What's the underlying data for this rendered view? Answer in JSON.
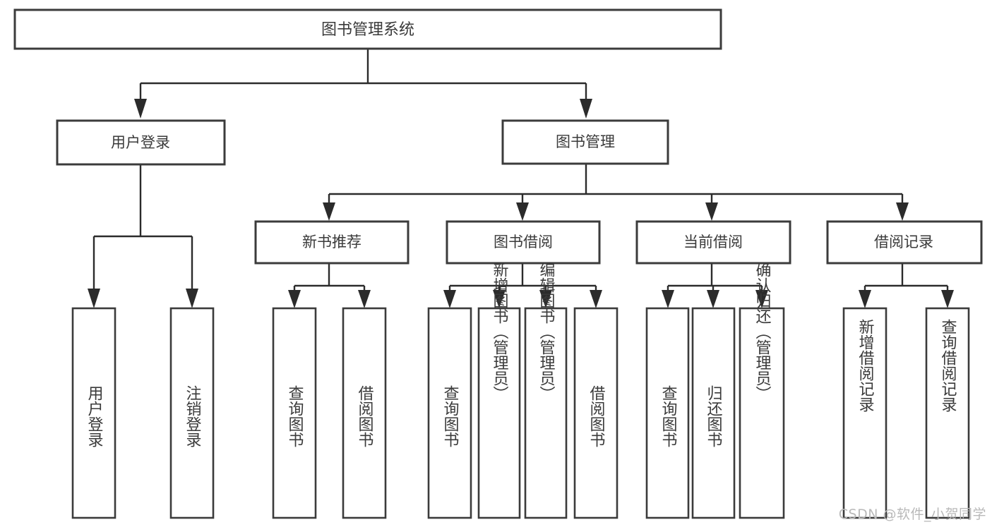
{
  "diagram": {
    "type": "tree",
    "title": "图书管理系统",
    "watermark": "CSDN @软件_小贺同学",
    "colors": {
      "background": "#ffffff",
      "box_stroke": "#3b3b3b",
      "edge_stroke": "#2b2b2b",
      "text": "#3a3a3a",
      "watermark": "#b9b9b9"
    },
    "levels": {
      "root": {
        "label": "图书管理系统"
      },
      "level2": [
        {
          "label": "用户登录"
        },
        {
          "label": "图书管理"
        }
      ],
      "level3": [
        {
          "label": "新书推荐"
        },
        {
          "label": "图书借阅"
        },
        {
          "label": "当前借阅"
        },
        {
          "label": "借阅记录"
        }
      ],
      "leaves": {
        "user_login": [
          {
            "label": "用户登录"
          },
          {
            "label": "注销登录"
          }
        ],
        "new_book_recommend": [
          {
            "label": "查询图书"
          },
          {
            "label": "借阅图书"
          }
        ],
        "book_borrow": [
          {
            "label": "查询图书"
          },
          {
            "label": "新增图书（管理员）"
          },
          {
            "label": "编辑图书（管理员）"
          },
          {
            "label": "借阅图书"
          }
        ],
        "current_borrow": [
          {
            "label": "查询图书"
          },
          {
            "label": "归还图书"
          },
          {
            "label": "确认归还（管理员）"
          }
        ],
        "borrow_record": [
          {
            "label": "新增借阅记录"
          },
          {
            "label": "查询借阅记录"
          }
        ]
      }
    }
  }
}
